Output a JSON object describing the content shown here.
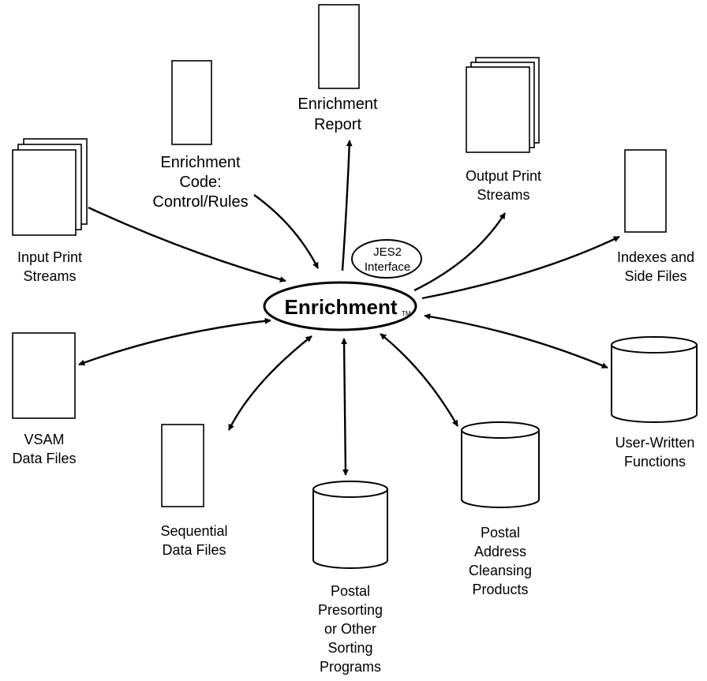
{
  "hub": {
    "label": "Enrichment",
    "trademark": "TM"
  },
  "interface": {
    "line1": "JES2",
    "line2": "Interface"
  },
  "nodes": {
    "enrichment_report": [
      "Enrichment",
      "Report"
    ],
    "enrichment_code": [
      "Enrichment",
      "Code:",
      "Control/Rules"
    ],
    "output_print_streams": [
      "Output Print",
      "Streams"
    ],
    "input_print_streams": [
      "Input Print",
      "Streams"
    ],
    "indexes_side_files": [
      "Indexes and",
      "Side Files"
    ],
    "vsam_data_files": [
      "VSAM",
      "Data Files"
    ],
    "user_written_functions": [
      "User-Written",
      "Functions"
    ],
    "sequential_data_files": [
      "Sequential",
      "Data Files"
    ],
    "postal_presorting": [
      "Postal",
      "Presorting",
      "or Other",
      "Sorting",
      "Programs"
    ],
    "postal_address_cleansing": [
      "Postal",
      "Address",
      "Cleansing",
      "Products"
    ]
  }
}
